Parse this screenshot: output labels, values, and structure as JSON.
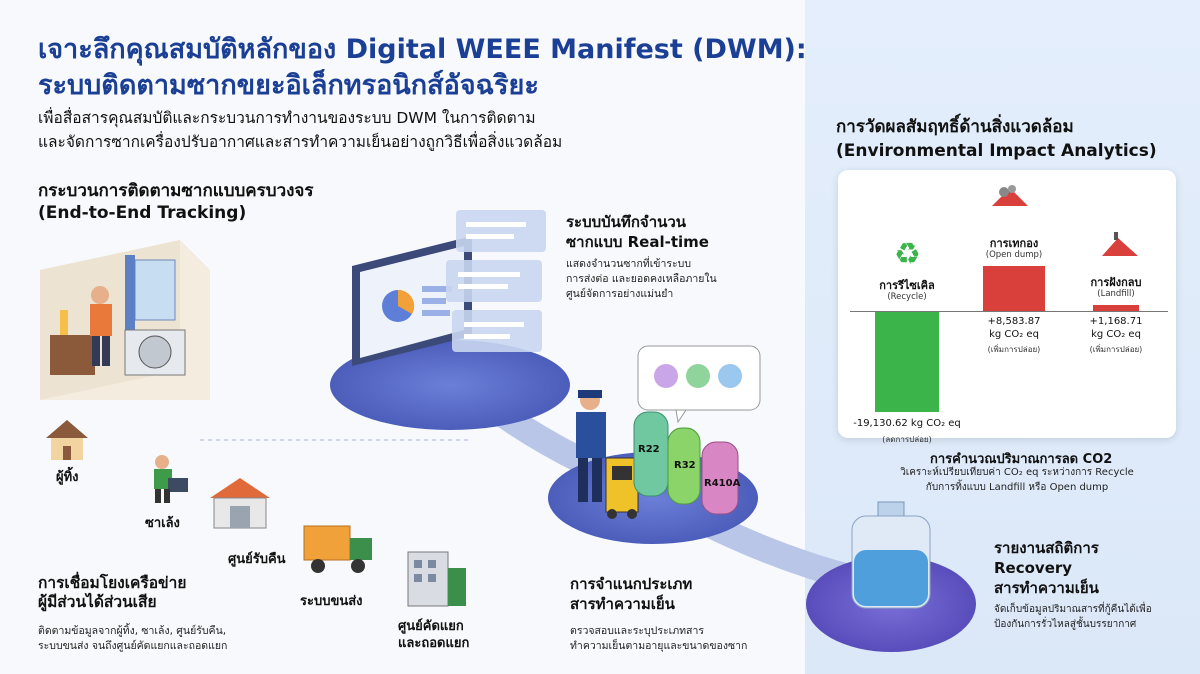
{
  "title_line1": "เจาะลึกคุณสมบัติหลักของ Digital WEEE Manifest (DWM):",
  "title_line2": "ระบบติดตามซากขยะอิเล็กทรอนิกส์อัจฉริยะ",
  "subtitle_line1": "เพื่อสื่อสารคุณสมบัติและกระบวนการทำงานของระบบ DWM ในการติดตาม",
  "subtitle_line2": "และจัดการซากเครื่องปรับอากาศและสารทำความเย็นอย่างถูกวิธีเพื่อสิ่งแวดล้อม",
  "tracking": {
    "head_th": "กระบวนการติดตามซากแบบครบวงจร",
    "head_en": "(End-to-End Tracking)"
  },
  "realtime": {
    "head_line1": "ระบบบันทึกจำนวน",
    "head_line2": "ซากแบบ Real-time",
    "text_line1": "แสดงจำนวนซากที่เข้าระบบ",
    "text_line2": "การส่งต่อ และยอดคงเหลือภายใน",
    "text_line3": "ศูนย์จัดการอย่างแม่นยำ"
  },
  "network": {
    "head_line1": "การเชื่อมโยงเครือข่าย",
    "head_line2": "ผู้มีส่วนได้ส่วนเสีย",
    "text_line1": "ติดตามข้อมูลจากผู้ทิ้ง, ซาเล้ง, ศูนย์รับคืน,",
    "text_line2": "ระบบขนส่ง จนถึงศูนย์คัดแยกและถอดแยก"
  },
  "actors": {
    "discarder": "ผู้ทิ้ง",
    "collector": "ซาเล้ง",
    "return_center": "ศูนย์รับคืน",
    "transport": "ระบบขนส่ง",
    "sorting_line1": "ศูนย์คัดแยก",
    "sorting_line2": "และถอดแยก"
  },
  "classify": {
    "head_line1": "การจำแนกประเภท",
    "head_line2": "สารทำความเย็น",
    "text_line1": "ตรวจสอบและระบุประเภทสาร",
    "text_line2": "ทำความเย็นตามอายุและขนาดของซาก",
    "tanks": [
      "R22",
      "R32",
      "R410A"
    ]
  },
  "impact": {
    "head_th": "การวัดผลสัมฤทธิ์ด้านสิ่งแวดล้อม",
    "head_en": "(Environmental Impact Analytics)"
  },
  "chart_data": {
    "type": "bar",
    "categories": [
      "การรีไซเคิล",
      "การเทกอง",
      "การฝังกลบ"
    ],
    "category_sub": [
      "(Recycle)",
      "(Open dump)",
      "(Landfill)"
    ],
    "values": [
      -19130.62,
      8583.87,
      1168.71
    ],
    "value_labels": [
      "-19,130.62 kg CO₂ eq",
      "+8,583.87",
      "+1,168.71"
    ],
    "unit_label": "kg CO₂ eq",
    "notes": [
      "(ลดการปล่อย)",
      "(เพิ่มการปล่อย)",
      "(เพิ่มการปล่อย)"
    ],
    "colors": [
      "#3bb54a",
      "#d9403c",
      "#d9403c"
    ]
  },
  "co2": {
    "head": "การคำนวณปริมาณการลด CO2",
    "text_line1": "วิเคราะห์เปรียบเทียบค่า CO₂ eq ระหว่างการ Recycle",
    "text_line2": "กับการทิ้งแบบ Landfill หรือ Open dump"
  },
  "recovery": {
    "head_line1": "รายงานสถิติการ",
    "head_line2": "Recovery",
    "head_line3": "สารทำความเย็น",
    "text_line1": "จัดเก็บข้อมูลปริมาณสารที่กู้คืนได้เพื่อ",
    "text_line2": "ป้องกันการรั่วไหลสู่ชั้นบรรยากาศ"
  },
  "colors": {
    "title": "#1b3f95",
    "recycle": "#3bb54a",
    "emission": "#d9403c",
    "platform": "#4b5fc0"
  }
}
